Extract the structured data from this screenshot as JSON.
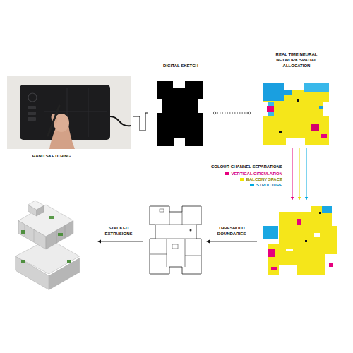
{
  "diagram": {
    "nodes": [
      {
        "text": [
          "HAND SKETCHING"
        ]
      },
      {
        "text": [
          "DIGITAL SKETCH"
        ]
      },
      {
        "text": [
          "REAL TIME NEURAL NETWORK SPATIAL ALLOCATION"
        ]
      },
      {
        "text": [
          "COLOUR CHANNEL SEPARATIONS"
        ]
      }
    ],
    "edges": [
      {
        "from": 0,
        "to": 1,
        "arrow": "none"
      },
      {
        "from": 1,
        "to": 2,
        "arrow": "none"
      },
      {
        "from": 2,
        "to": 3,
        "arrow": "to"
      }
    ],
    "labels": [
      "THRESHOLD BOUNDARIES",
      "STACKED EXTRUSIONS"
    ],
    "legend": [
      {
        "text": "VERTICAL CIRCULATION",
        "color": "#e6007e"
      },
      {
        "text": "BALCONY SPACE",
        "color": "#f2e600"
      },
      {
        "text": "STRUCTURE",
        "color": "#00a9e0"
      }
    ]
  }
}
